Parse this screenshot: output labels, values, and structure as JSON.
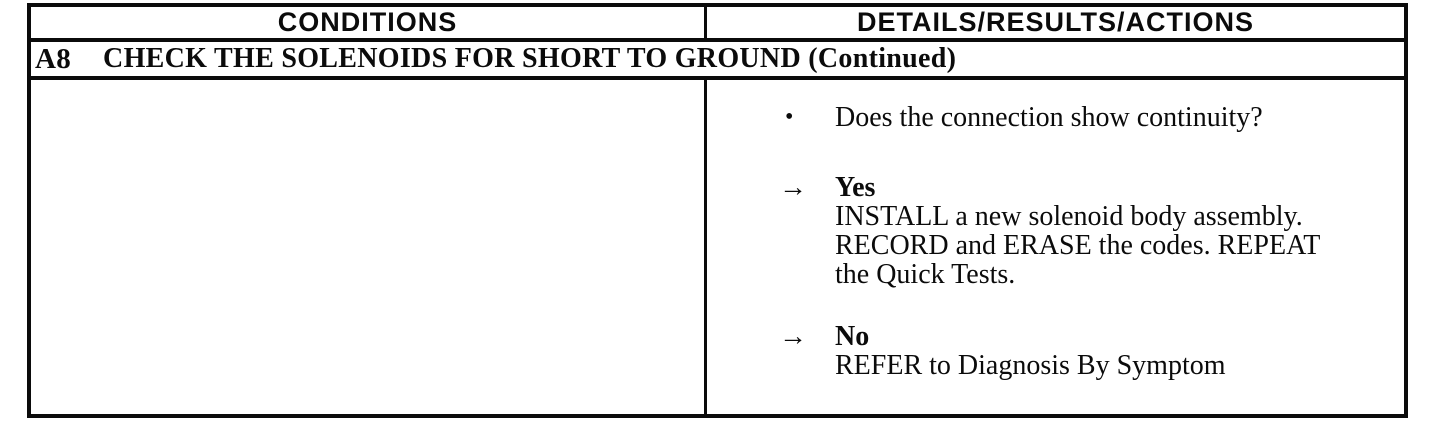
{
  "document": {
    "header": {
      "conditions_label": "CONDITIONS",
      "details_label": "DETAILS/RESULTS/ACTIONS"
    },
    "step": {
      "id": "A8",
      "title": "CHECK THE SOLENOIDS FOR SHORT TO GROUND (Continued)"
    },
    "question": {
      "marker": "•",
      "text": "Does the connection show continuity?"
    },
    "results": [
      {
        "marker": "→",
        "label": "Yes",
        "lines": [
          "INSTALL a new solenoid body assembly.",
          "RECORD and ERASE the codes. REPEAT",
          "the Quick Tests."
        ]
      },
      {
        "marker": "→",
        "label": "No",
        "lines": [
          "REFER to Diagnosis By Symptom"
        ]
      }
    ],
    "colors": {
      "ink": "#0b0b0b",
      "paper": "#ffffff"
    }
  }
}
